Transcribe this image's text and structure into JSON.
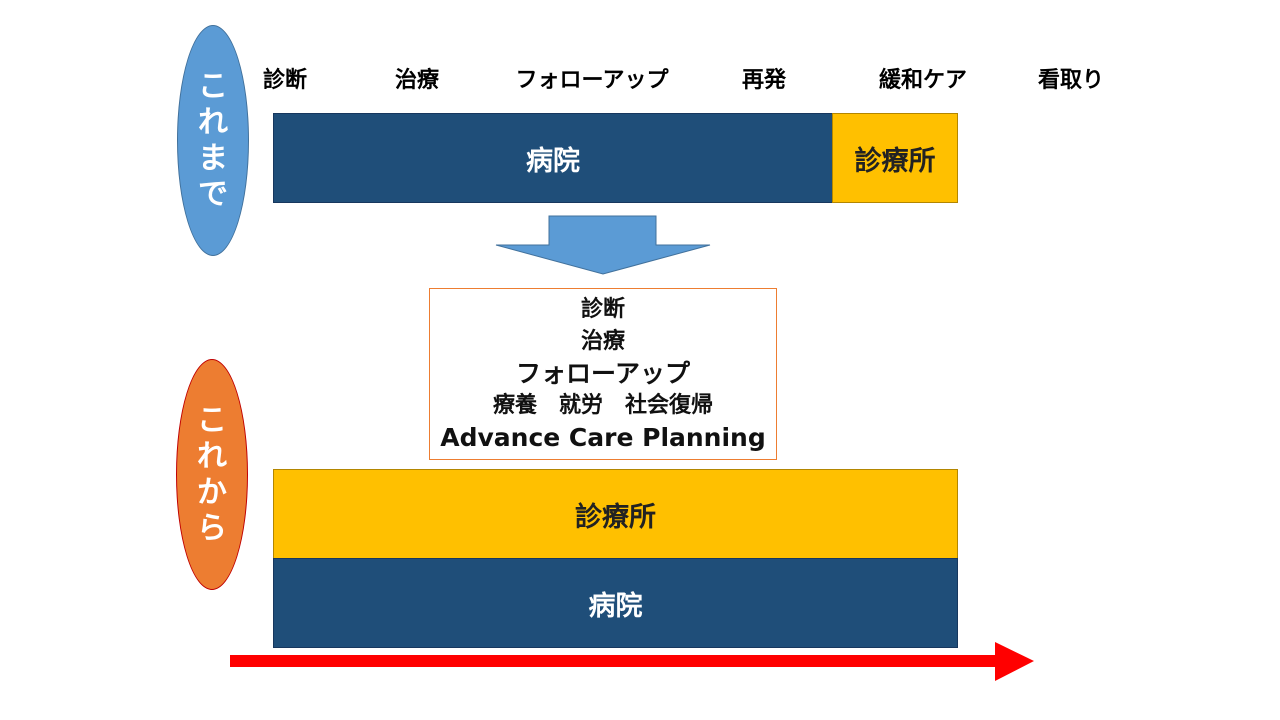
{
  "before": {
    "label_chars": [
      "こ",
      "れ",
      "ま",
      "で"
    ],
    "stages": [
      "診断",
      "治療",
      "フォローアップ",
      "再発",
      "緩和ケア",
      "看取り"
    ],
    "hospital": "病院",
    "clinic": "診療所"
  },
  "center_box": {
    "lines": [
      "診断",
      "治療",
      "フォローアップ",
      "療養　就労　社会復帰",
      "Advance Care Planning"
    ]
  },
  "after": {
    "label_chars": [
      "こ",
      "れ",
      "か",
      "ら"
    ],
    "clinic": "診療所",
    "hospital": "病院"
  },
  "colors": {
    "blue": "#5b9bd5",
    "orange": "#ed7d31",
    "navy": "#1f4e79",
    "gold": "#ffc000",
    "red": "#ff0000"
  }
}
